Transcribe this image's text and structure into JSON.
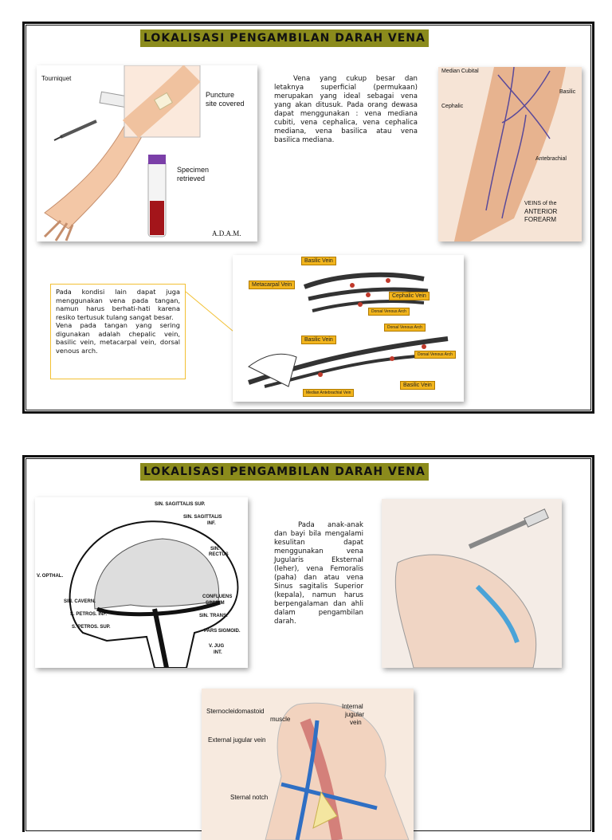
{
  "panel1": {
    "title": "LOKALISASI PENGAMBILAN DARAH VENA",
    "venipuncture_labels": {
      "tourniquet": "Tourniquet",
      "puncture1": "Puncture",
      "puncture2": "site covered",
      "specimen1": "Specimen",
      "specimen2": "retrieved",
      "brand": "A.D.A.M."
    },
    "intro_text": "Vena yang cukup besar dan letaknya superficial (permukaan) merupakan yang ideal sebagai vena yang akan ditusuk. Pada orang dewasa dapat menggunakan : vena mediana cubiti, vena cephalica, vena cephalica mediana, vena basilica atau vena basilica mediana.",
    "forearm_labels": {
      "median_cubital": "Median Cubital",
      "basilic": "Basilic",
      "cephalic": "Cephalic",
      "antebrachial": "Antebrachial",
      "veins1": "VEINS of the",
      "veins2": "ANTERIOR",
      "veins3": "FOREARM"
    },
    "hand_text": "Pada kondisi lain dapat juga menggunakan vena pada tangan, namun harus berhati-hati karena resiko tertusuk tulang sangat besar.\nVena pada tangan yang sering digunakan adalah chepalic vein, basilic vein, metacarpal vein, dorsal venous arch.",
    "hand_tags": {
      "basilic_top": "Basilic Vein",
      "metacarpal": "Metacarpal Vein",
      "cephalic": "Cephalic Vein",
      "dorsal_arch_small": "Dorsal Venous Arch",
      "dorsal_arch_mid": "Dorsal Venous Arch",
      "basilic_bottom": "Basilic Vein",
      "dorsal_arch_right": "Dorsal Venous Arch",
      "median_ante": "Median Antebrachial Vein",
      "basilic_right": "Basilic Vein"
    }
  },
  "panel2": {
    "title": "LOKALISASI PENGAMBILAN DARAH VENA",
    "head_labels": {
      "sin_sag_sup": "SIN. SAGITTALIS SUP.",
      "sin_sag_inf1": "SIN. SAGITTALIS",
      "sin_sag_inf2": "INF.",
      "sin_rectus1": "SIN.",
      "sin_rectus2": "RECTUS",
      "v_opthal": "V. OPTHAL.",
      "sin_cavern": "SIN. CAVERN.",
      "petros_inf": "S. PETROS. INF.",
      "petros_sup": "S. PETROS. SUP.",
      "confluens1": "CONFLUENS",
      "confluens2": "SINUUM",
      "sin_trans": "SIN. TRANS.",
      "pars_sigmoid": "PARS SIGMOID.",
      "v_jug1": "V. JUG",
      "v_jug2": "INT."
    },
    "child_text": "Pada anak-anak dan bayi bila mengalami kesulitan dapat menggunakan vena Jugularis Eksternal (leher), vena Femoralis (paha) dan atau vena Sinus sagitalis Superior (kepala), namun harus berpengalaman dan ahli dalam pengambilan darah.",
    "neck_labels": {
      "scm1": "Sternocleidomastoid",
      "scm2": "muscle",
      "ij1": "Internal",
      "ij2": "jugular",
      "ij3": "vein",
      "ej": "External jugular vein",
      "notch": "Sternal notch"
    }
  }
}
